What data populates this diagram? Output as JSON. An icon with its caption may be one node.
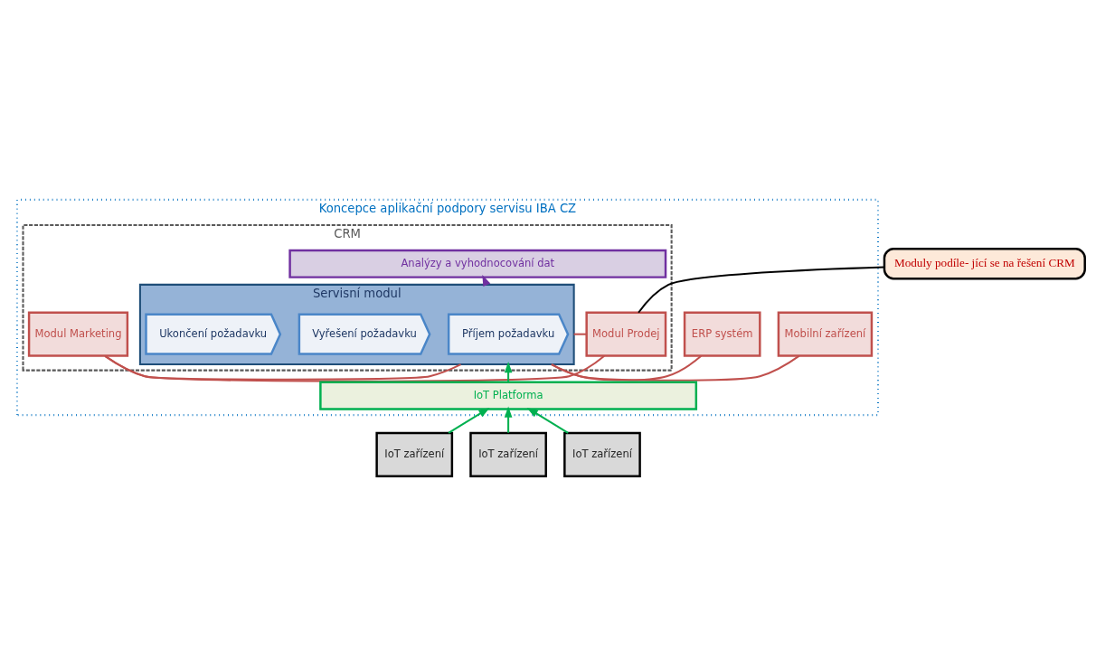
{
  "diagram": {
    "nodes": [
      {
        "text": [
          "Moduly podíle- jící se na řešení CRM"
        ]
      },
      {
        "text": [
          "Koncepce aplikační podpory servisu IBA CZ"
        ]
      },
      {
        "text": [
          "CRM"
        ],
        "in": 1
      },
      {
        "text": [
          "Analýzy a vyhodnocování dat"
        ],
        "in": 2
      },
      {
        "text": [
          "Modul Prodej"
        ],
        "in": 2
      },
      {
        "text": [
          "Modul Marketing"
        ],
        "in": 2
      },
      {
        "text": [
          "Servisní modul"
        ],
        "in": 2
      },
      {
        "text": [
          "Příjem požadavku"
        ],
        "in": 6
      },
      {
        "text": [
          "Vyřešení požadavku"
        ],
        "in": 6
      },
      {
        "text": [
          "Ukončení požadavku"
        ],
        "in": 6
      },
      {
        "text": [
          "Mobilní zařízení"
        ],
        "in": 1
      },
      {
        "text": [
          "ERP systém"
        ],
        "in": 1
      },
      {
        "text": [
          "IoT Platforma"
        ],
        "in": 1
      },
      {
        "text": [
          "IoT zařízení"
        ]
      },
      {
        "text": [
          "IoT zařízení"
        ]
      },
      {
        "text": [
          "IoT zařízení"
        ]
      }
    ],
    "edges": [
      {
        "from": 0,
        "to": 4,
        "arrow": "none",
        "color": "#000000"
      },
      {
        "from": 6,
        "to": 3,
        "arrow": "to",
        "color": "#7030a0"
      },
      {
        "from": 4,
        "to": 5,
        "arrow": "none"
      },
      {
        "from": 4,
        "to": 6,
        "arrow": "none"
      },
      {
        "from": 5,
        "to": 6,
        "arrow": "none"
      },
      {
        "from": 6,
        "to": 10,
        "arrow": "none"
      },
      {
        "from": 6,
        "to": 11,
        "arrow": "none"
      },
      {
        "from": 12,
        "to": 6,
        "arrow": "to",
        "color": "#00b050"
      },
      {
        "from": 13,
        "to": 12,
        "arrow": "to",
        "color": "#00b050"
      },
      {
        "from": 14,
        "to": 12,
        "arrow": "to",
        "color": "#00b050"
      },
      {
        "from": 15,
        "to": 12,
        "arrow": "to",
        "color": "#00b050"
      }
    ]
  }
}
